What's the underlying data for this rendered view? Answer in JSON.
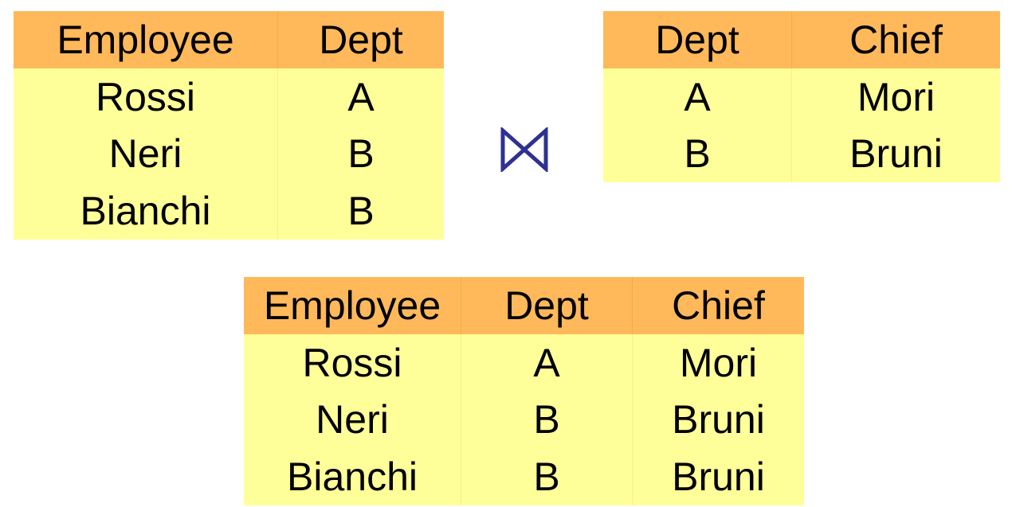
{
  "left_relation": {
    "headers": [
      "Employee",
      "Dept"
    ],
    "rows": [
      [
        "Rossi",
        "A"
      ],
      [
        "Neri",
        "B"
      ],
      [
        "Bianchi",
        "B"
      ]
    ]
  },
  "right_relation": {
    "headers": [
      "Dept",
      "Chief"
    ],
    "rows": [
      [
        "A",
        "Mori"
      ],
      [
        "B",
        "Bruni"
      ]
    ]
  },
  "operator": {
    "symbol": "⋈",
    "icon": "natural-join-icon",
    "color": "#2e3192"
  },
  "result_relation": {
    "headers": [
      "Employee",
      "Dept",
      "Chief"
    ],
    "rows": [
      [
        "Rossi",
        "A",
        "Mori"
      ],
      [
        "Neri",
        "B",
        "Bruni"
      ],
      [
        "Bianchi",
        "B",
        "Bruni"
      ]
    ]
  },
  "colors": {
    "header_bg": "#ffb95a",
    "body_bg": "#ffff99"
  }
}
